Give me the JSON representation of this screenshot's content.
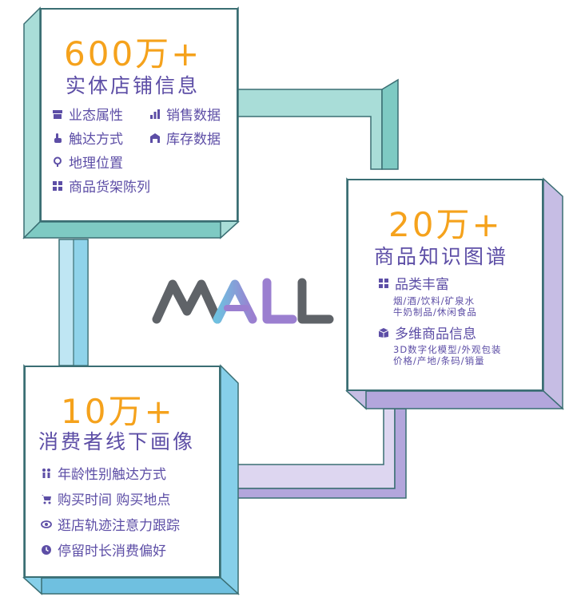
{
  "card_stores": {
    "headline": "600万+",
    "subtitle": "实体店铺信息",
    "items": [
      {
        "label": "业态属性",
        "icon": "store-icon"
      },
      {
        "label": "销售数据",
        "icon": "bar-chart-icon"
      },
      {
        "label": "触达方式",
        "icon": "touch-icon"
      },
      {
        "label": "库存数据",
        "icon": "warehouse-icon"
      },
      {
        "label": "地理位置",
        "icon": "location-pin-icon"
      },
      {
        "label": "商品货架陈列",
        "icon": "grid-icon"
      }
    ]
  },
  "card_products": {
    "headline": "20万+",
    "subtitle": "商品知识图谱",
    "sections": [
      {
        "label": "品类丰富",
        "icon": "grid-icon",
        "details": [
          "烟/酒/饮料/矿泉水",
          "牛奶制品/休闲食品"
        ]
      },
      {
        "label": "多维商品信息",
        "icon": "package-icon",
        "details": [
          "3D数字化模型/外观包装",
          "价格/产地/条码/销量"
        ]
      }
    ]
  },
  "card_consumers": {
    "headline": "10万+",
    "subtitle": "消费者线下画像",
    "items": [
      {
        "label": "年龄性别触达方式",
        "icon": "people-icon"
      },
      {
        "label": "购买时间 购买地点",
        "icon": "cart-icon"
      },
      {
        "label": "逛店轨迹注意力跟踪",
        "icon": "eye-icon"
      },
      {
        "label": "停留时长消费偏好",
        "icon": "clock-icon"
      }
    ]
  },
  "logo": {
    "text": "MALL"
  },
  "colors": {
    "teal": "#a9ddd8",
    "teal_dark": "#7ecac3",
    "purple": "#c6bde4",
    "purple_dark": "#b3a6dc",
    "blue": "#86cfe9",
    "blue_dark": "#6fc0e0",
    "orange": "#f5a21c",
    "text_purple": "#5d4ea6",
    "outline": "#3a6e73"
  }
}
